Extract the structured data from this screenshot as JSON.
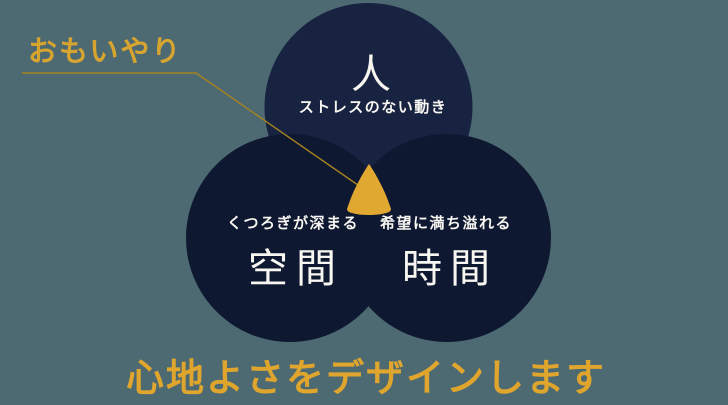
{
  "palette": {
    "background": "#4d6a72",
    "circle_top_navy": "#182342",
    "circle_bottom_navy": "#0f1831",
    "gold_label": "#d7a42f",
    "gold_triangle": "#e0a731",
    "gold_line": "#a5831f",
    "gold_tagline": "#dfa52d",
    "white_text": "#f7f6f0"
  },
  "callout": {
    "label": "おもいやり"
  },
  "venn": {
    "top": {
      "title": "人",
      "subtitle": "ストレスのない動き"
    },
    "left": {
      "title": "空間",
      "subtitle": "くつろぎが深まる"
    },
    "right": {
      "title": "時間",
      "subtitle": "希望に満ち溢れる"
    }
  },
  "tagline": "心地よさをデザインします"
}
